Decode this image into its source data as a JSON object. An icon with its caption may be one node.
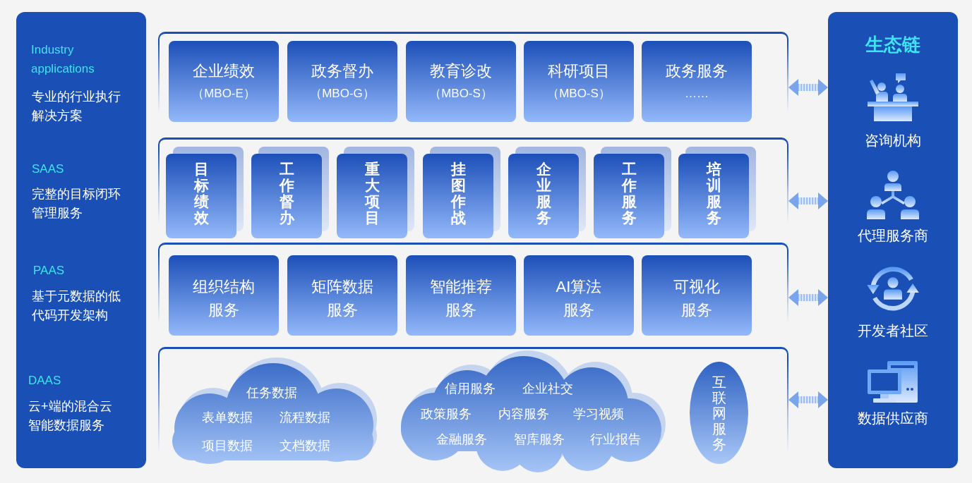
{
  "diagram": {
    "nodes": [
      {
        "text": [
          "Industry applications",
          "专业的行业执行解决方案",
          "SAAS",
          "完整的目标闭环管理服务",
          "PAAS",
          "基于元数据的低代码开发架构",
          "DAAS",
          "云+端的混合云智能数据服务"
        ]
      },
      {
        "text": [],
        "shape": "box"
      },
      {
        "text": [
          "企业绩效",
          "（MBO-E）"
        ],
        "in": 1
      },
      {
        "text": [
          "政务督办",
          "（MBO-G）"
        ],
        "in": 1
      },
      {
        "text": [
          "教育诊改",
          "（MBO-S）"
        ],
        "in": 1
      },
      {
        "text": [
          "科研项目",
          "（MBO-S）"
        ],
        "in": 1
      },
      {
        "text": [
          "政务服务",
          "……"
        ],
        "in": 1
      },
      {
        "text": [],
        "shape": "box"
      },
      {
        "text": [
          "目标绩效"
        ],
        "in": 7
      },
      {
        "text": [
          "工作督办"
        ],
        "in": 7
      },
      {
        "text": [
          "重大项目"
        ],
        "in": 7
      },
      {
        "text": [
          "挂图作战"
        ],
        "in": 7
      },
      {
        "text": [
          "企业服务"
        ],
        "in": 7
      },
      {
        "text": [
          "工作服务"
        ],
        "in": 7
      },
      {
        "text": [
          "培训服务"
        ],
        "in": 7
      },
      {
        "text": [],
        "shape": "box"
      },
      {
        "text": [
          "组织结构",
          "服务"
        ],
        "in": 15
      },
      {
        "text": [
          "矩阵数据",
          "服务"
        ],
        "in": 15
      },
      {
        "text": [
          "智能推荐",
          "服务"
        ],
        "in": 15
      },
      {
        "text": [
          "AI算法",
          "服务"
        ],
        "in": 15
      },
      {
        "text": [
          "可视化",
          "服务"
        ],
        "in": 15
      },
      {
        "text": [],
        "shape": "box"
      },
      {
        "text": [
          "任务数据",
          "表单数据",
          "流程数据",
          "项目数据",
          "文档数据"
        ],
        "in": 21
      },
      {
        "text": [
          "信用服务",
          "企业社交",
          "政策服务",
          "内容服务",
          "学习视频",
          "金融服务",
          "智库服务",
          "行业报告"
        ],
        "in": 21
      },
      {
        "text": [
          "互联网服务"
        ],
        "in": 21
      },
      {
        "text": [
          "生态链",
          "咨询机构",
          "代理服务商",
          "开发者社区",
          "数据供应商"
        ]
      }
    ],
    "edges": [
      {
        "from": 1,
        "to": 25,
        "arrow": "both"
      },
      {
        "from": 7,
        "to": 25,
        "arrow": "both"
      },
      {
        "from": 15,
        "to": 25,
        "arrow": "both"
      },
      {
        "from": 21,
        "to": 25,
        "arrow": "both"
      }
    ]
  }
}
